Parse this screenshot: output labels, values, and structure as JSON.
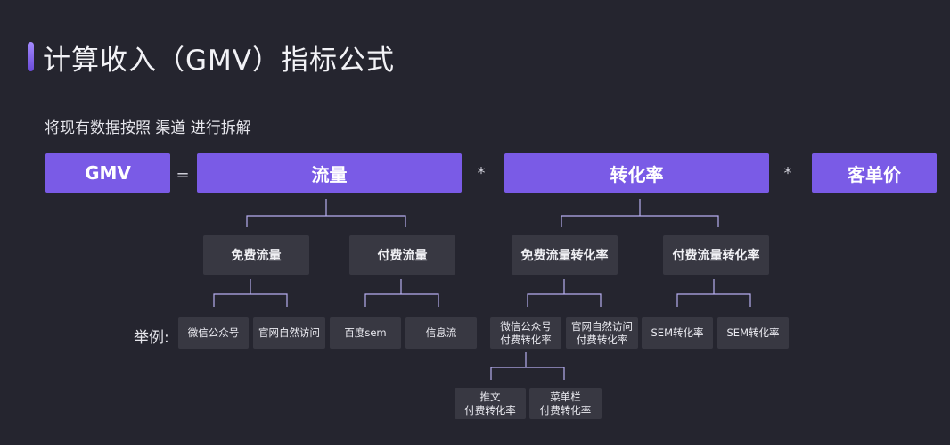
{
  "title": "计算收入（GMV）指标公式",
  "subtitle": "将现有数据按照 渠道 进行拆解",
  "formula": {
    "gmv": "GMV",
    "eq": "=",
    "traffic": "流量",
    "mul1": "*",
    "conversion": "转化率",
    "mul2": "*",
    "unit_price": "客单价"
  },
  "level2": {
    "free_traffic": "免费流量",
    "paid_traffic": "付费流量",
    "free_conv": "免费流量转化率",
    "paid_conv": "付费流量转化率"
  },
  "example_label": "举例:",
  "examples": {
    "wechat": "微信公众号",
    "official_site": "官网自然访问",
    "baidu": "百度sem",
    "feed": "信息流",
    "wechat_conv": [
      "微信公众号",
      "付费转化率"
    ],
    "site_conv": [
      "官网自然访问",
      "付费转化率"
    ],
    "sem_conv_1": "SEM转化率",
    "sem_conv_2": "SEM转化率"
  },
  "level4": {
    "post": [
      "推文",
      "付费转化率"
    ],
    "menu": [
      "菜单栏",
      "付费转化率"
    ]
  },
  "colors": {
    "accent": "#7a5be6",
    "background": "#25252f",
    "box": "#383842",
    "line": "#b7aef0"
  }
}
